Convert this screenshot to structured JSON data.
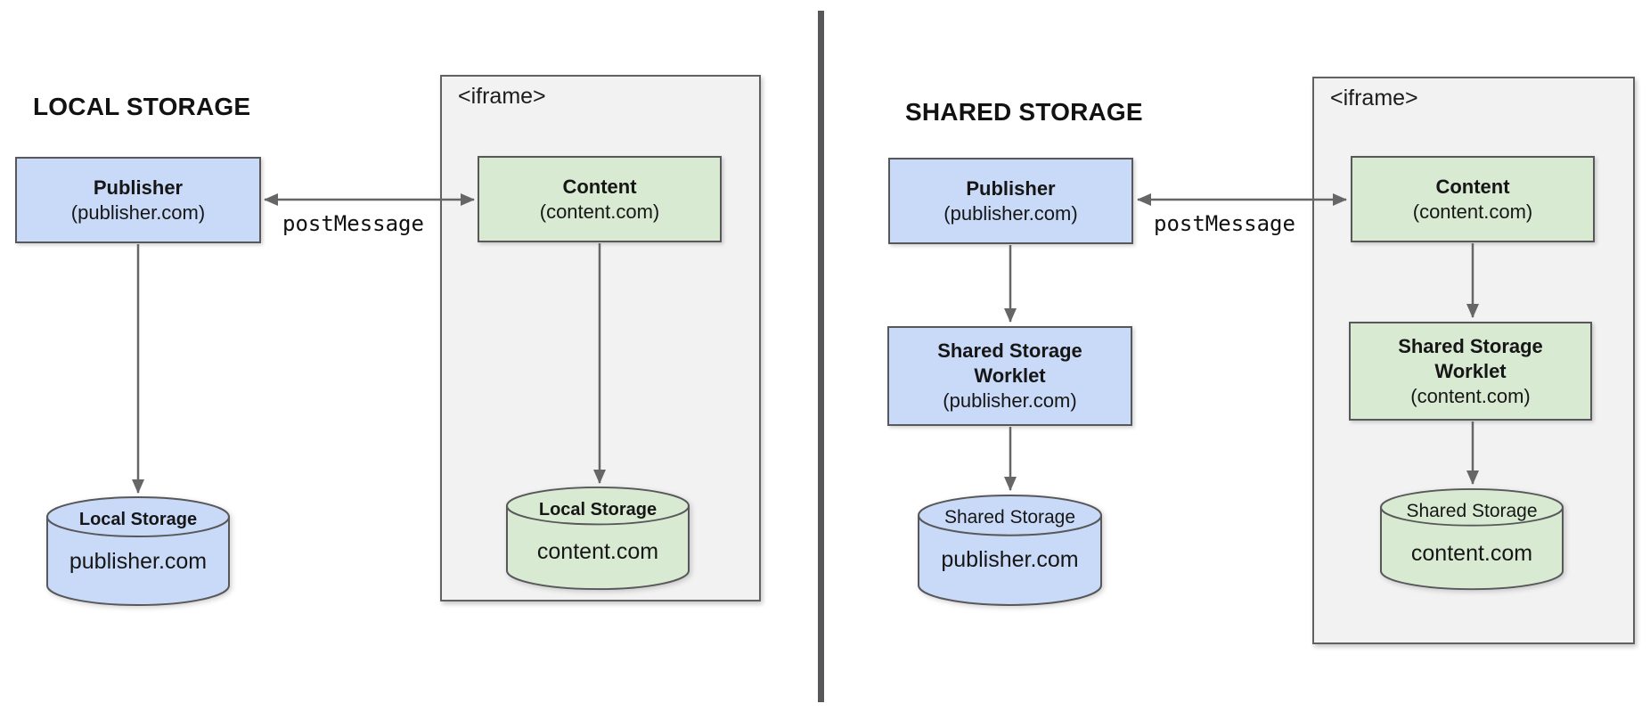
{
  "colors": {
    "publisher_fill": "#c9daf8",
    "content_fill": "#d9ead3",
    "iframe_fill": "#f2f2f2",
    "box_border": "#58585a",
    "arrow": "#666666"
  },
  "panels": [
    {
      "title": "LOCAL STORAGE",
      "publisher": {
        "name": "Publisher",
        "origin": "(publisher.com)"
      },
      "message_label": "postMessage",
      "iframe_label": "<iframe>",
      "content": {
        "name": "Content",
        "origin": "(content.com)"
      },
      "publisher_store": {
        "label": "Local Storage",
        "domain": "publisher.com"
      },
      "content_store": {
        "label": "Local Storage",
        "domain": "content.com"
      }
    },
    {
      "title": "SHARED STORAGE",
      "publisher": {
        "name": "Publisher",
        "origin": "(publisher.com)"
      },
      "message_label": "postMessage",
      "iframe_label": "<iframe>",
      "content": {
        "name": "Content",
        "origin": "(content.com)"
      },
      "publisher_worklet": {
        "name": "Shared Storage Worklet",
        "origin": "(publisher.com)"
      },
      "content_worklet": {
        "name": "Shared Storage Worklet",
        "origin": "(content.com)"
      },
      "publisher_store": {
        "label": "Shared Storage",
        "domain": "publisher.com"
      },
      "content_store": {
        "label": "Shared Storage",
        "domain": "content.com"
      }
    }
  ]
}
